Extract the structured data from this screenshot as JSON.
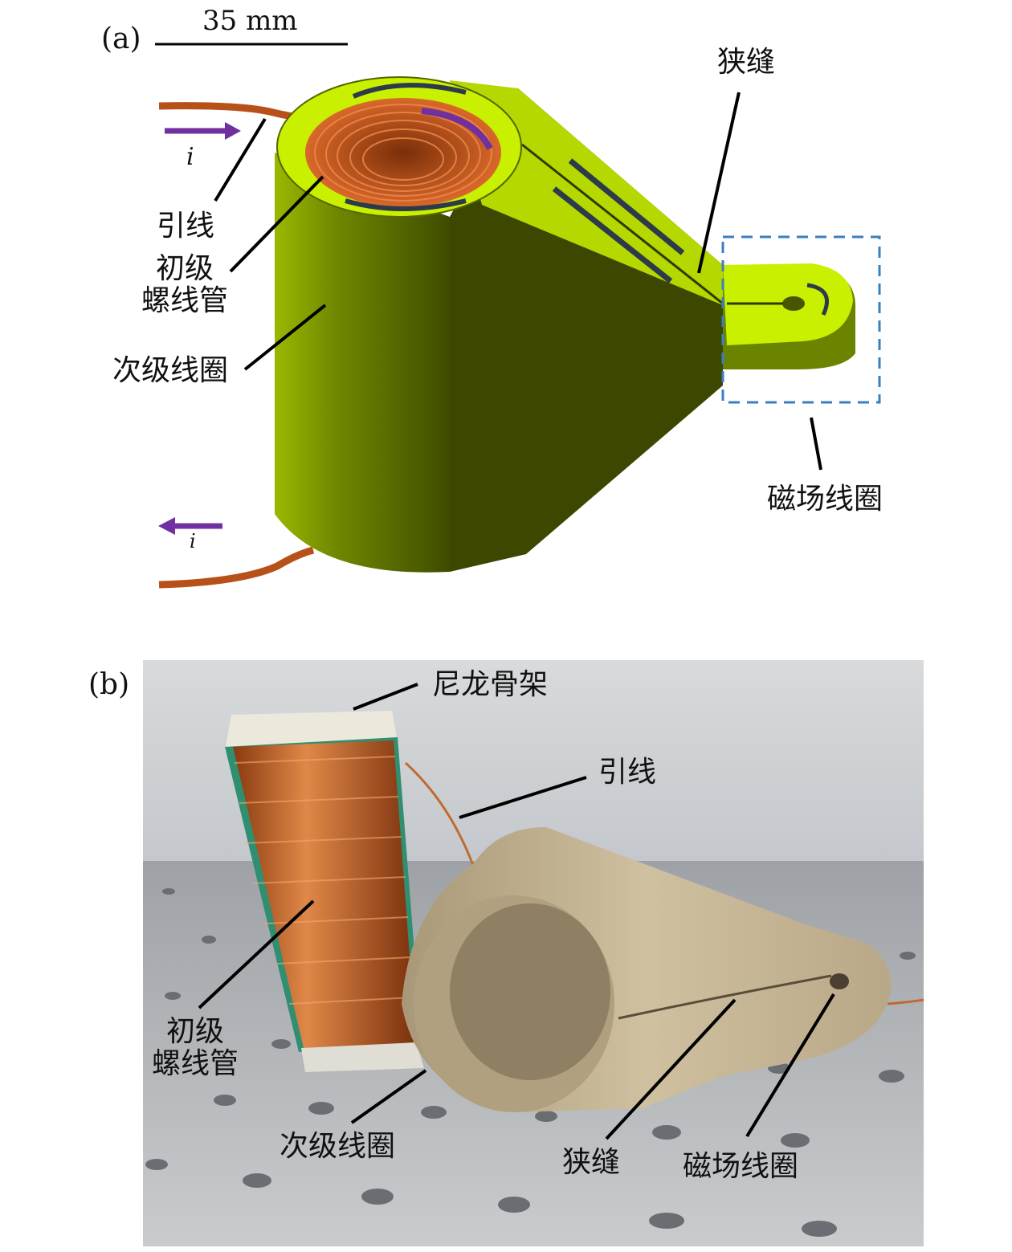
{
  "panel_a": {
    "tag": "(a)",
    "scale_bar": "35 mm",
    "current_top": "i",
    "current_bottom": "i",
    "labels": {
      "slit": "狭缝",
      "lead": "引线",
      "primary_line1": "初级",
      "primary_line2": "螺线管",
      "secondary": "次级线圈",
      "field_coil": "磁场线圈"
    },
    "colors": {
      "top_face": "#c8f000",
      "body": "#3d4700",
      "copper": "#c0561c",
      "current_arrow": "#7030a0",
      "dashed_box": "#3a7fc0"
    }
  },
  "panel_b": {
    "tag": "(b)",
    "labels": {
      "nylon_frame": "尼龙骨架",
      "lead": "引线",
      "primary_line1": "初级",
      "primary_line2": "螺线管",
      "secondary": "次级线圈",
      "slit": "狭缝",
      "field_coil": "磁场线圈"
    }
  }
}
